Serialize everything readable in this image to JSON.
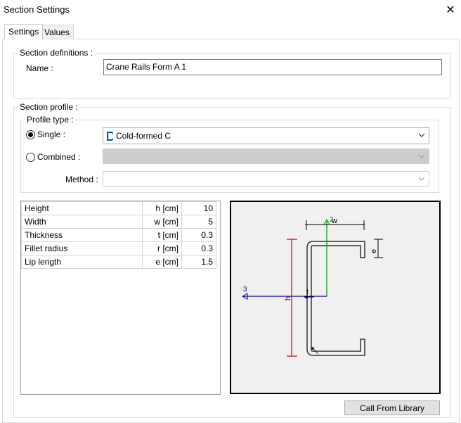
{
  "window": {
    "title": "Section Settings",
    "close_symbol": "✕"
  },
  "tabs": [
    {
      "label": "Settings",
      "active": true
    },
    {
      "label": "Values",
      "active": false
    }
  ],
  "section_definitions": {
    "legend": "Section definitions :",
    "name_label": "Name :",
    "name_value": "Crane Rails Form A 1"
  },
  "section_profile": {
    "legend": "Section profile :",
    "profile_type_legend": "Profile type :",
    "single_label": "Single :",
    "single_checked": true,
    "single_value": "Cold-formed C",
    "single_icon": "c-profile-icon",
    "combined_label": "Combined :",
    "combined_checked": false,
    "combined_value": "",
    "method_label": "Method :",
    "method_value": ""
  },
  "dimensions": [
    {
      "name": "Height",
      "symbol": "h [cm]",
      "value": "10"
    },
    {
      "name": "Width",
      "symbol": "w [cm]",
      "value": "5"
    },
    {
      "name": "Thickness",
      "symbol": "t [cm]",
      "value": "0.3"
    },
    {
      "name": "Fillet radius",
      "symbol": "r [cm]",
      "value": "0.3"
    },
    {
      "name": "Lip length",
      "symbol": "e [cm]",
      "value": "1.5"
    }
  ],
  "preview": {
    "label_w": "w",
    "label_h": "h",
    "label_e": "e",
    "label_t": "t",
    "axis_2": "2",
    "axis_3": "3",
    "colors": {
      "dimension": "#cc0000",
      "axis_2": "#009900",
      "axis_3": "#0000aa",
      "section": "#333333"
    }
  },
  "buttons": {
    "call_library": "Call From Library"
  },
  "colors": {
    "accent": "#0078d7"
  }
}
